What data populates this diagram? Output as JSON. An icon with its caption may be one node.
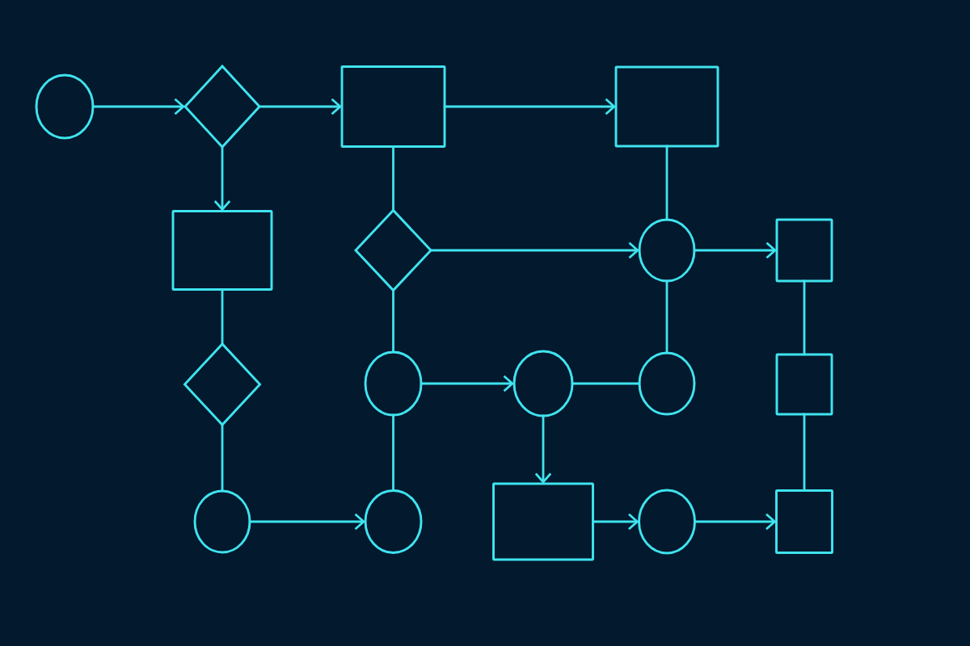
{
  "diagram": {
    "nodes": [
      {
        "text": [],
        "shape": "circle"
      },
      {
        "text": [],
        "shape": "diamond"
      },
      {
        "text": [],
        "shape": "box"
      },
      {
        "text": [],
        "shape": "box"
      },
      {
        "text": [],
        "shape": "box"
      },
      {
        "text": [],
        "shape": "diamond"
      },
      {
        "text": [],
        "shape": "circle"
      },
      {
        "text": [],
        "shape": "box"
      },
      {
        "text": [],
        "shape": "diamond"
      },
      {
        "text": [],
        "shape": "circle"
      },
      {
        "text": [],
        "shape": "circle"
      },
      {
        "text": [],
        "shape": "circle"
      },
      {
        "text": [],
        "shape": "box"
      },
      {
        "text": [],
        "shape": "circle"
      },
      {
        "text": [],
        "shape": "circle"
      },
      {
        "text": [],
        "shape": "box"
      },
      {
        "text": [],
        "shape": "circle"
      },
      {
        "text": [],
        "shape": "box"
      }
    ],
    "edges": [
      {
        "from": 0,
        "to": 1,
        "arrow": "to"
      },
      {
        "from": 1,
        "to": 2,
        "arrow": "to"
      },
      {
        "from": 2,
        "to": 3,
        "arrow": "to"
      },
      {
        "from": 1,
        "to": 4,
        "arrow": "to"
      },
      {
        "from": 2,
        "to": 5,
        "arrow": "none"
      },
      {
        "from": 3,
        "to": 6,
        "arrow": "none"
      },
      {
        "from": 5,
        "to": 6,
        "arrow": "to"
      },
      {
        "from": 6,
        "to": 7,
        "arrow": "to"
      },
      {
        "from": 4,
        "to": 8,
        "arrow": "none"
      },
      {
        "from": 5,
        "to": 9,
        "arrow": "none"
      },
      {
        "from": 6,
        "to": 11,
        "arrow": "none"
      },
      {
        "from": 7,
        "to": 12,
        "arrow": "none"
      },
      {
        "from": 8,
        "to": 13,
        "arrow": "none"
      },
      {
        "from": 9,
        "to": 10,
        "arrow": "to"
      },
      {
        "from": 10,
        "to": 11,
        "arrow": "none"
      },
      {
        "from": 9,
        "to": 14,
        "arrow": "none"
      },
      {
        "from": 10,
        "to": 15,
        "arrow": "to"
      },
      {
        "from": 12,
        "to": 17,
        "arrow": "none"
      },
      {
        "from": 13,
        "to": 14,
        "arrow": "to"
      },
      {
        "from": 15,
        "to": 16,
        "arrow": "to"
      },
      {
        "from": 16,
        "to": 17,
        "arrow": "to"
      }
    ]
  }
}
